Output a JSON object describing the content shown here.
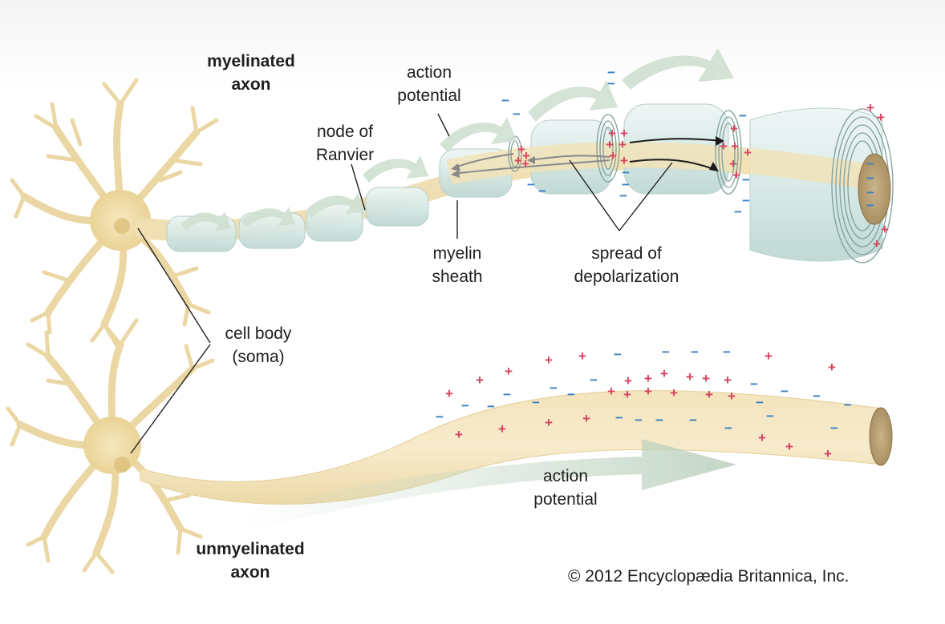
{
  "labels": {
    "myelinated_axon": "myelinated axon",
    "unmyelinated_axon": "unmyelinated axon",
    "node_of_ranvier": "node of Ranvier",
    "action_potential_top": "action potential",
    "myelin_sheath": "myelin sheath",
    "spread_of_depolarization": "spread of depolarization",
    "cell_body": "cell body (soma)",
    "action_potential_bottom": "action potential"
  },
  "copyright": "© 2012 Encyclopædia Britannica, Inc.",
  "colors": {
    "neuron": "#f2e1b6",
    "neuron_stroke": "#dcc590",
    "myelin": "#d8ebe8",
    "myelin_stroke": "#9fbfbb",
    "arrow": "#c5d9c7",
    "positive": "#d6435f",
    "negative": "#3a7fc1",
    "leader": "#222222"
  },
  "charge_symbols": {
    "positive": "+",
    "negative": "−"
  }
}
